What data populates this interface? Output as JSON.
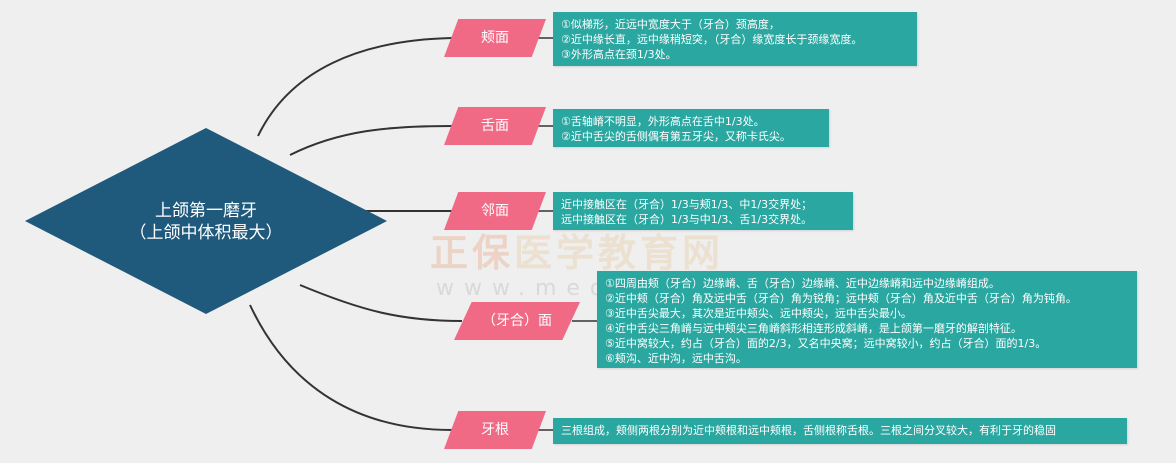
{
  "center": {
    "title": "上颌第一磨牙",
    "subtitle": "（上颌中体积最大）",
    "color": "#1f5a7c"
  },
  "branches": [
    {
      "label": "颊面",
      "details": [
        "①似梯形，近远中宽度大于（牙合）颈高度，",
        "②近中缘长直，远中缘稍短突，（牙合）缘宽度长于颈缘宽度。",
        "③外形高点在颈1/3处。"
      ]
    },
    {
      "label": "舌面",
      "details": [
        "①舌轴嵴不明显，外形高点在舌中1/3处。",
        "②近中舌尖的舌侧偶有第五牙尖，又称卡氏尖。"
      ]
    },
    {
      "label": "邻面",
      "details": [
        "近中接触区在（牙合）1/3与颊1/3、中1/3交界处；",
        "远中接触区在（牙合）1/3与中1/3、舌1/3交界处。"
      ]
    },
    {
      "label": "（牙合）面",
      "details": [
        "①四周由颊（牙合）边缘嵴、舌（牙合）边缘嵴、近中边缘嵴和远中边缘嵴组成。",
        "②近中颊（牙合）角及远中舌（牙合）角为锐角；远中颊（牙合）角及近中舌（牙合）角为钝角。",
        "③近中舌尖最大，其次是近中颊尖、远中颊尖，远中舌尖最小。",
        "④近中舌尖三角嵴与远中颊尖三角嵴斜形相连形成斜嵴，是上颌第一磨牙的解剖特征。",
        "⑤近中窝较大，约占（牙合）面的2/3，又名中央窝；远中窝较小，约占（牙合）面的1/3。",
        "⑥颊沟、近中沟，远中舌沟。"
      ]
    },
    {
      "label": "牙根",
      "details": [
        "三根组成，颊侧两根分别为近中颊根和远中颊根，舌侧根称舌根。三根之间分叉较大，有利于牙的稳固"
      ]
    }
  ],
  "watermark": {
    "text_a": "正保",
    "text_b": "医学教育网",
    "url": "www.med"
  },
  "colors": {
    "branch": "#f06a86",
    "detail": "#2aa7a0",
    "connector": "#333333",
    "background": "#efefef"
  }
}
